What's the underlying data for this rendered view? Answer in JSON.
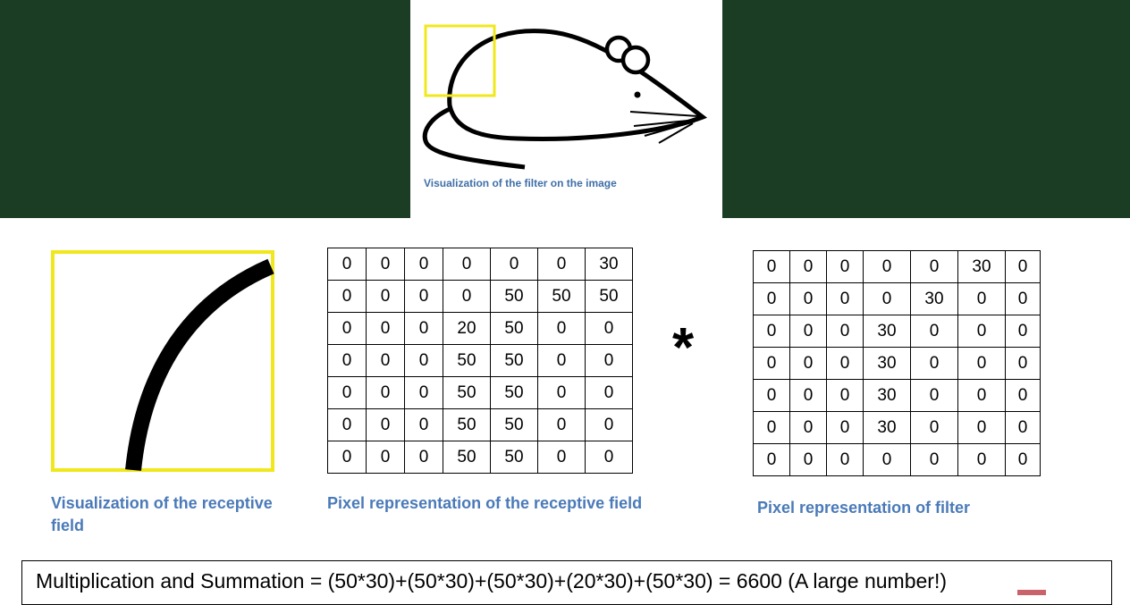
{
  "filter_image": {
    "caption": "Visualization of the filter on the image",
    "highlight_color": "#f0e81c"
  },
  "receptive_field": {
    "caption": "Visualization of the receptive field"
  },
  "pixel_receptive": {
    "caption": "Pixel representation  of the receptive field",
    "rows": [
      [
        "0",
        "0",
        "0",
        "0",
        "0",
        "0",
        "30"
      ],
      [
        "0",
        "0",
        "0",
        "0",
        "50",
        "50",
        "50"
      ],
      [
        "0",
        "0",
        "0",
        "20",
        "50",
        "0",
        "0"
      ],
      [
        "0",
        "0",
        "0",
        "50",
        "50",
        "0",
        "0"
      ],
      [
        "0",
        "0",
        "0",
        "50",
        "50",
        "0",
        "0"
      ],
      [
        "0",
        "0",
        "0",
        "50",
        "50",
        "0",
        "0"
      ],
      [
        "0",
        "0",
        "0",
        "50",
        "50",
        "0",
        "0"
      ]
    ]
  },
  "operator": "*",
  "pixel_filter": {
    "caption": "Pixel representation  of filter",
    "rows": [
      [
        "0",
        "0",
        "0",
        "0",
        "0",
        "30",
        "0"
      ],
      [
        "0",
        "0",
        "0",
        "0",
        "30",
        "0",
        "0"
      ],
      [
        "0",
        "0",
        "0",
        "30",
        "0",
        "0",
        "0"
      ],
      [
        "0",
        "0",
        "0",
        "30",
        "0",
        "0",
        "0"
      ],
      [
        "0",
        "0",
        "0",
        "30",
        "0",
        "0",
        "0"
      ],
      [
        "0",
        "0",
        "0",
        "30",
        "0",
        "0",
        "0"
      ],
      [
        "0",
        "0",
        "0",
        "0",
        "0",
        "0",
        "0"
      ]
    ]
  },
  "formula": "Multiplication and Summation = (50*30)+(50*30)+(50*30)+(20*30)+(50*30) = 6600 (A large number!)",
  "colors": {
    "background_band": "#1a3d23",
    "caption_blue": "#4a7ab8",
    "highlight_yellow": "#f0e81c"
  }
}
